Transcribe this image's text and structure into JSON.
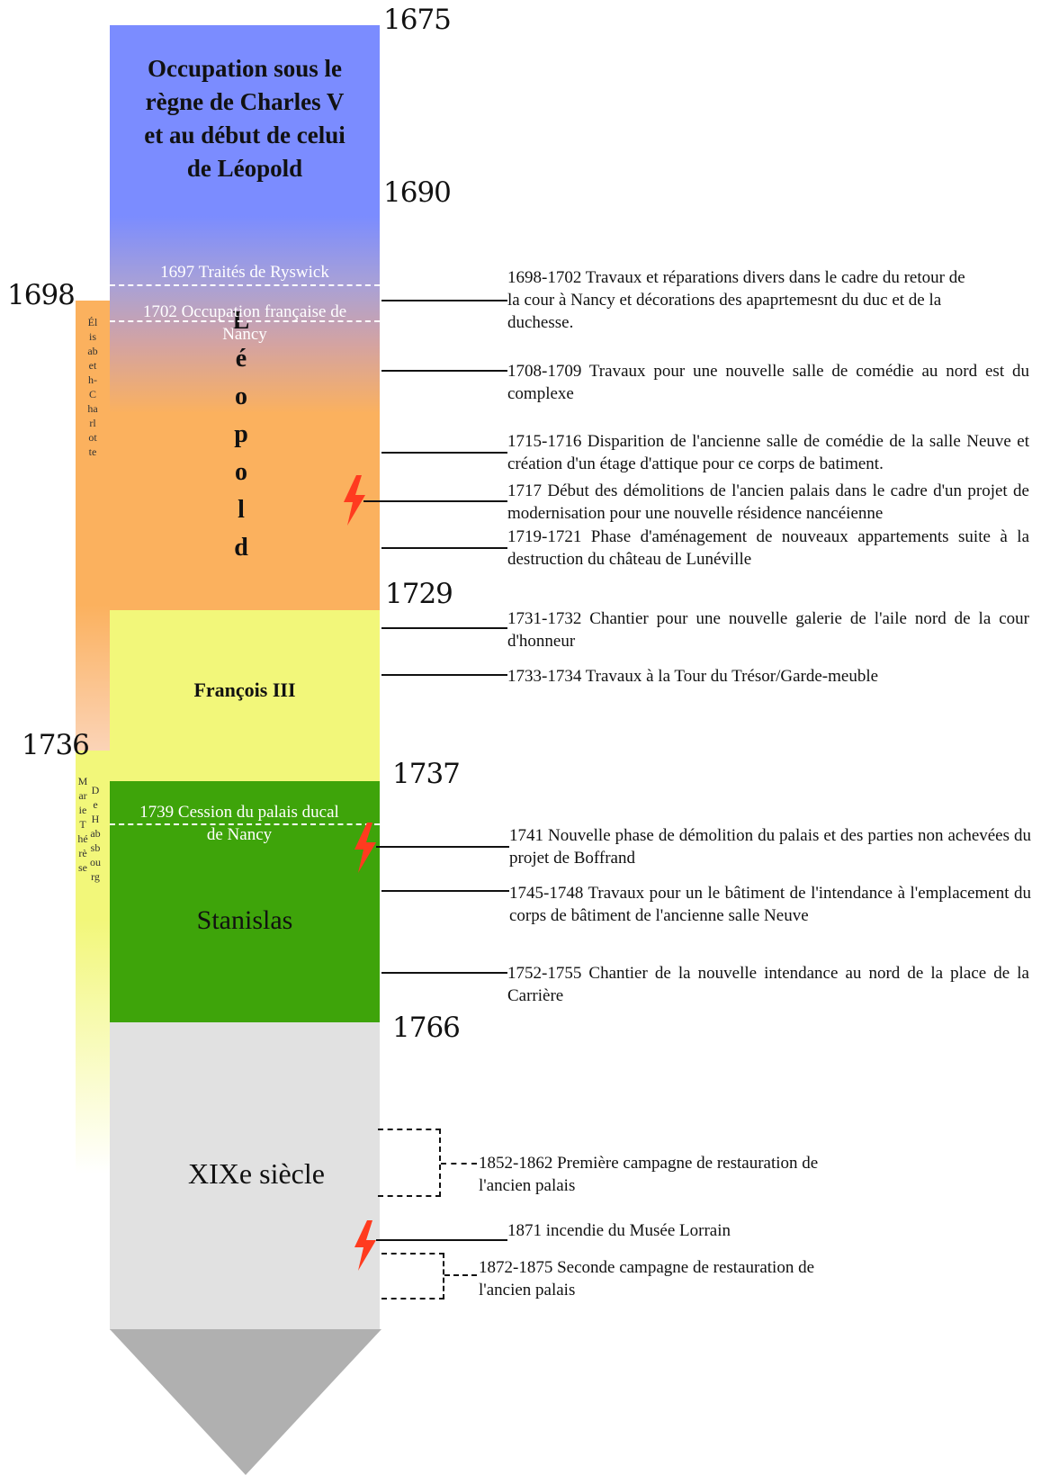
{
  "years": {
    "y1675": "1675",
    "y1690": "1690",
    "y1698": "1698",
    "y1729": "1729",
    "y1736": "1736",
    "y1737": "1737",
    "y1766": "1766"
  },
  "eras": {
    "charles": "Occupation sous le règne de Charles V et au début de celui de Léopold",
    "leopold": "Léopold",
    "francois": "François III",
    "stanislas": "Stanislas",
    "xix": "XIXe siècle"
  },
  "inner_events": {
    "ryswick": "1697 Traités de Ryswick",
    "occupation": "1702 Occupation française de Nancy",
    "cession": "1739 Cession du palais ducal de Nancy"
  },
  "side_regents": {
    "elisabeth": "Élisabeth-Charlotte",
    "marie_therese": "Marie Thérèse",
    "habsbourg": "De Habsbourg"
  },
  "events": [
    "1698-1702 Travaux et réparations divers dans le cadre du retour de la cour à Nancy et décorations des apaprtemesnt du duc et de la duchesse.",
    "1708-1709 Travaux pour une nouvelle salle de comédie au nord est du complexe",
    "1715-1716 Disparition de l'ancienne salle de comédie de la salle Neuve et création d'un étage d'attique pour ce corps de batiment.",
    "1717 Début des démolitions de l'ancien palais dans le cadre d'un projet de modernisation pour une nouvelle résidence nancéienne",
    "1719-1721 Phase d'aménagement de nouveaux appartements suite à la destruction du château de Lunéville",
    "1731-1732 Chantier pour une nouvelle galerie de l'aile nord de la cour d'honneur",
    "1733-1734 Travaux à la Tour du Trésor/Garde-meuble",
    "1741 Nouvelle phase de démolition du palais et des parties non achevées du projet de Boffrand",
    "1745-1748 Travaux pour un le bâtiment de l'intendance à l'emplacement du corps de bâtiment de l'ancienne salle Neuve",
    "1752-1755 Chantier de la nouvelle intendance au nord de la place de la Carrière",
    "1852-1862 Première campagne de restauration de l'ancien palais",
    "1871 incendie du Musée Lorrain",
    "1872-1875 Seconde campagne de restauration de l'ancien palais"
  ],
  "colors": {
    "charles": "#7b8cff",
    "leopold": "#fbb15e",
    "francois": "#f2f77a",
    "stanislas": "#3ea40a",
    "xix": "#e1e1e1",
    "arrow": "#b0b0b0",
    "bolt": "#ff3b1f"
  },
  "icons": {
    "bolt": "lightning-bolt-icon"
  }
}
